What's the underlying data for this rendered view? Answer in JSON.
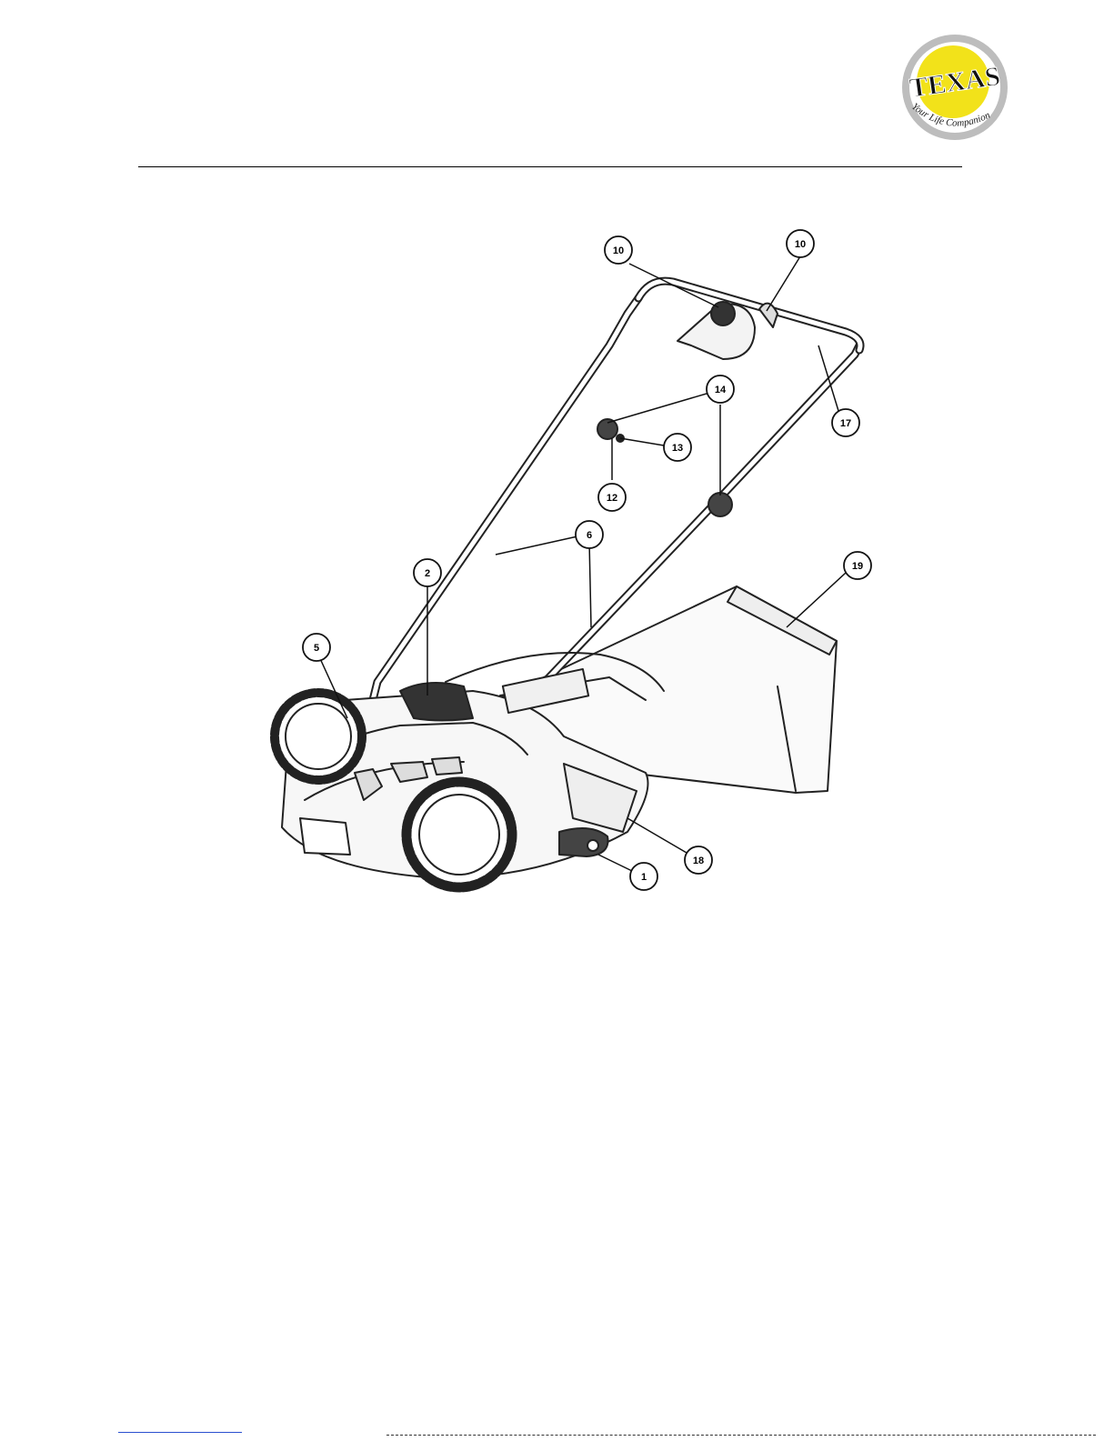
{
  "logo": {
    "brand": "TEXAS",
    "tagline": "Your Life Companion",
    "colors": {
      "yellow": "#f2e21a",
      "ring": "#bdbdbd",
      "text": "#111111"
    }
  },
  "figure": {
    "callouts": [
      {
        "id": "c10a",
        "label": "10"
      },
      {
        "id": "c10b",
        "label": "10"
      },
      {
        "id": "c14",
        "label": "14"
      },
      {
        "id": "c13",
        "label": "13"
      },
      {
        "id": "c12",
        "label": "12"
      },
      {
        "id": "c17",
        "label": "17"
      },
      {
        "id": "c6",
        "label": "6"
      },
      {
        "id": "c2",
        "label": "2"
      },
      {
        "id": "c19",
        "label": "19"
      },
      {
        "id": "c5",
        "label": "5"
      },
      {
        "id": "c18",
        "label": "18"
      },
      {
        "id": "c1",
        "label": "1"
      }
    ]
  }
}
